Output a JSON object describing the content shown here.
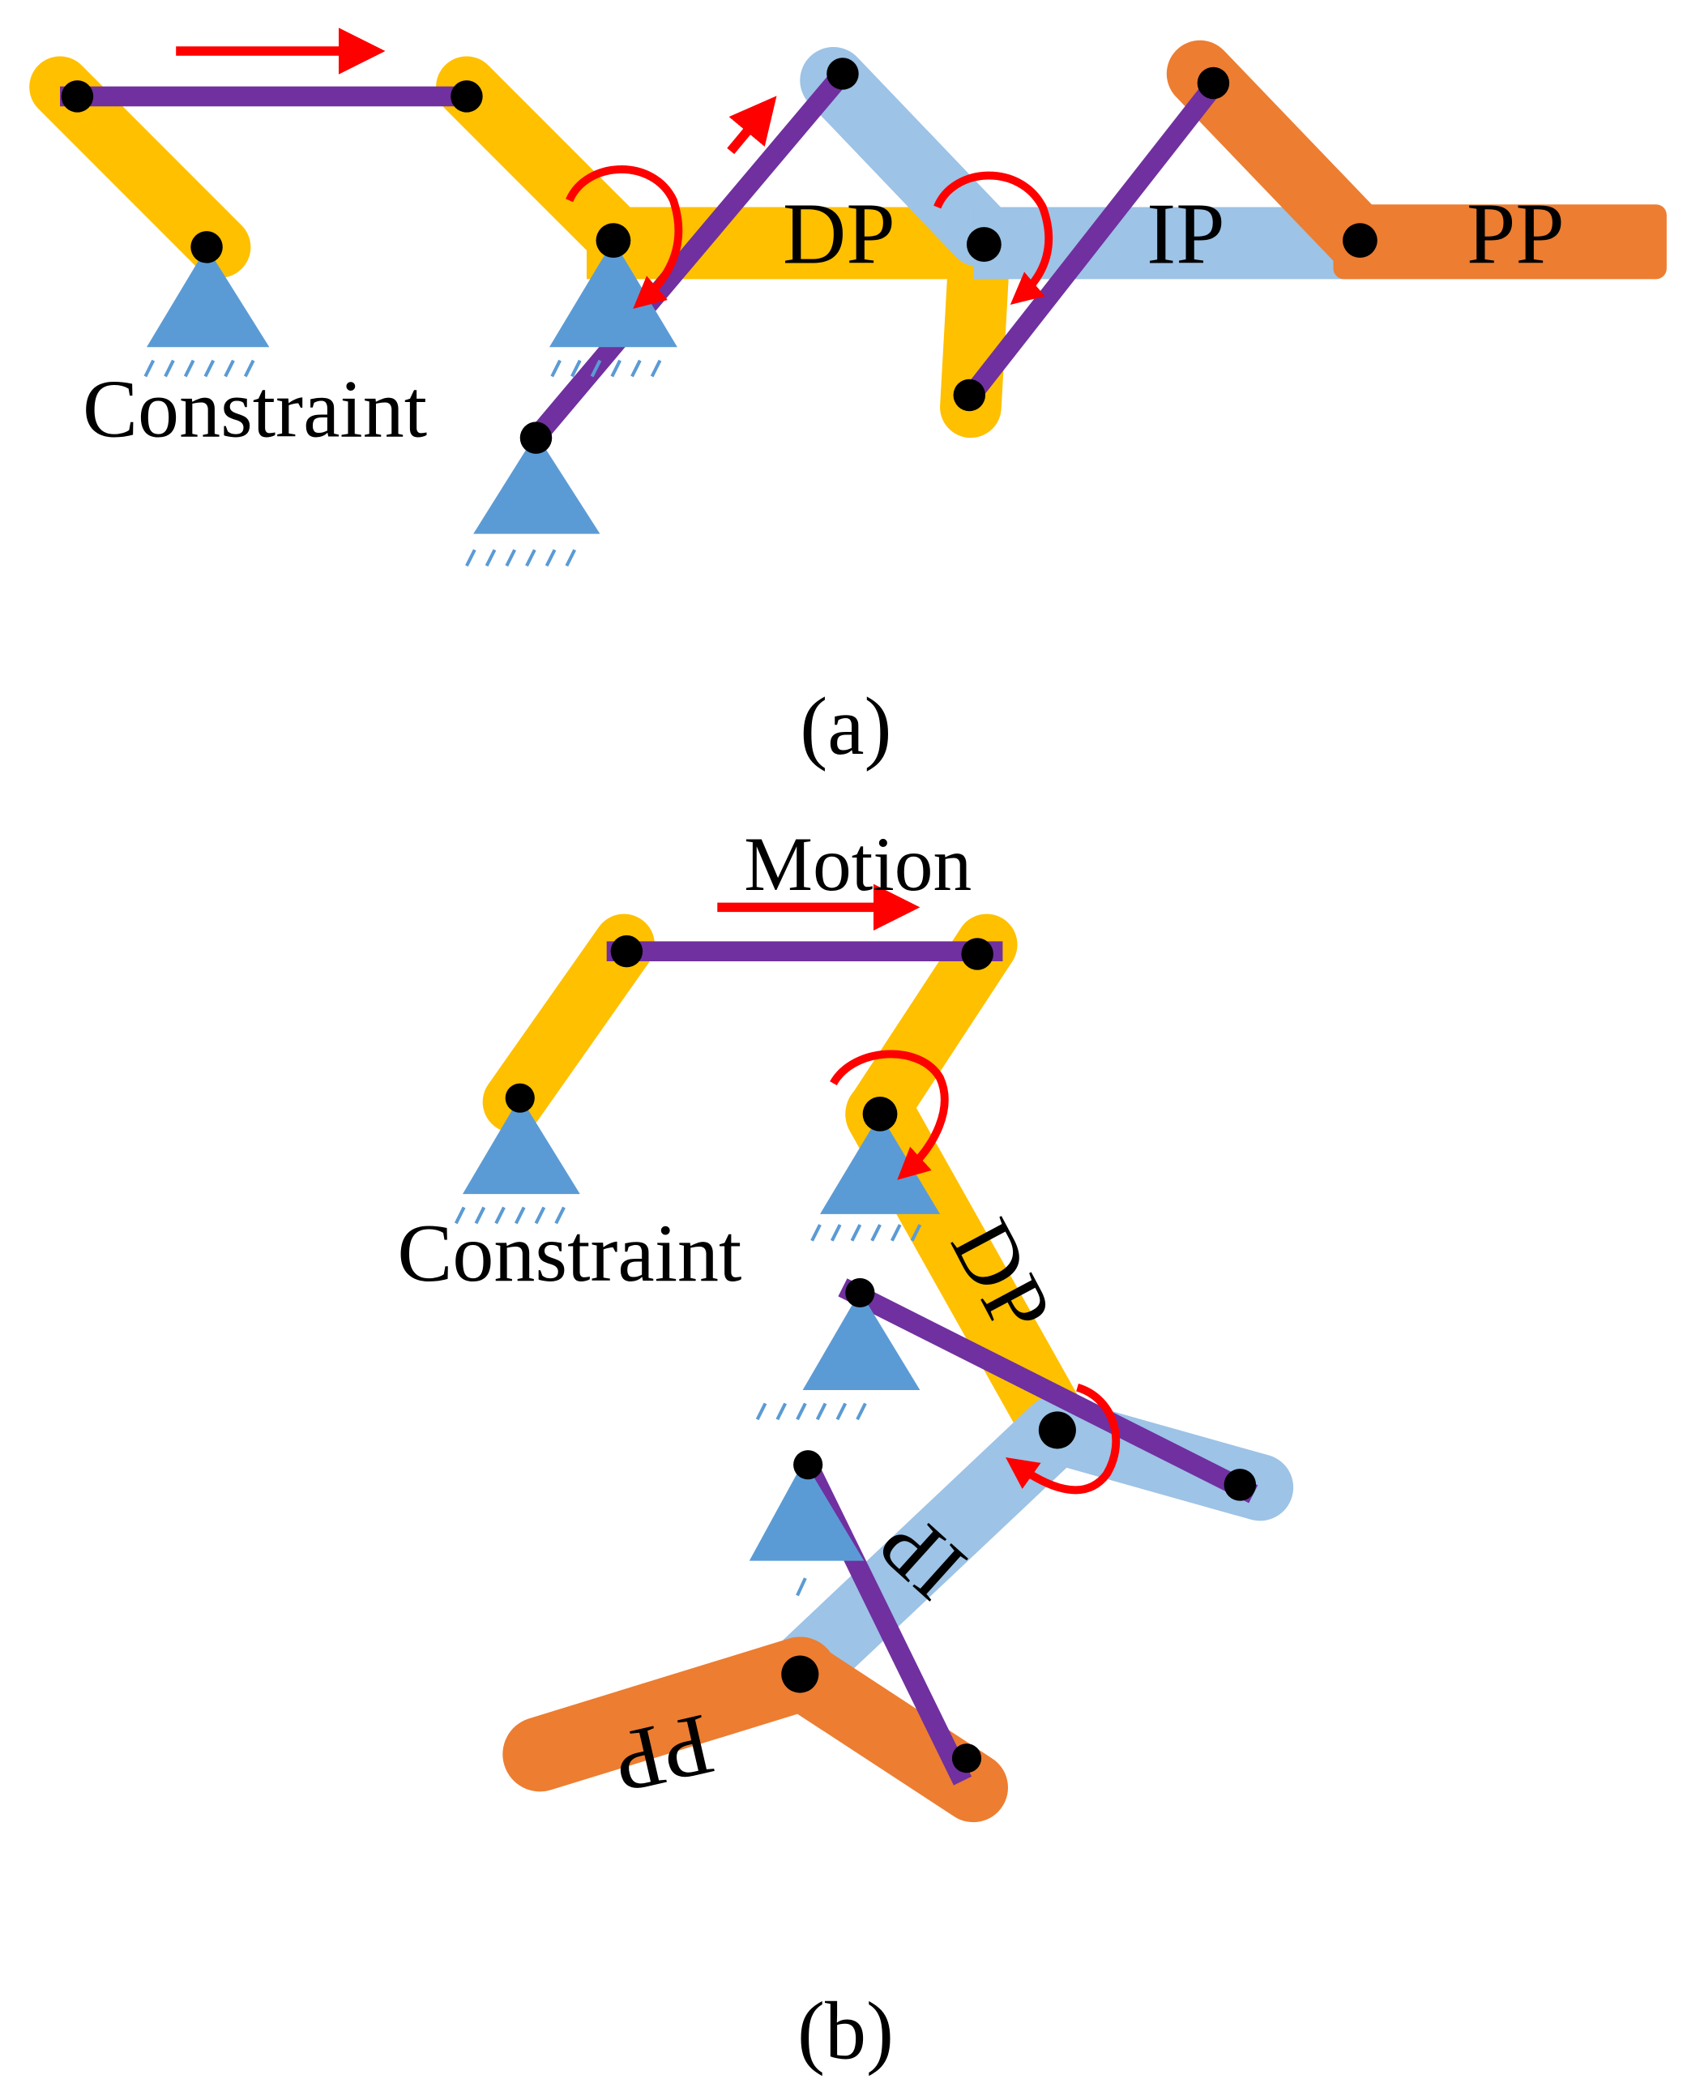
{
  "panel_a": {
    "caption": "(a)",
    "labels": {
      "dp": "DP",
      "ip": "IP",
      "pp": "PP",
      "constraint": "Constraint"
    }
  },
  "panel_b": {
    "caption": "(b)",
    "labels": {
      "motion": "Motion",
      "constraint": "Constraint",
      "dp": "DP",
      "ip": "IP",
      "pp": "PP"
    }
  },
  "colors": {
    "yellow_link": "#FFC000",
    "blue_link": "#9DC3E6",
    "orange_link": "#ED7D31",
    "purple_rod": "#7030A0",
    "support": "#5B9BD5",
    "arrow": "#FF0000",
    "joint": "#000000",
    "text": "#000000"
  }
}
